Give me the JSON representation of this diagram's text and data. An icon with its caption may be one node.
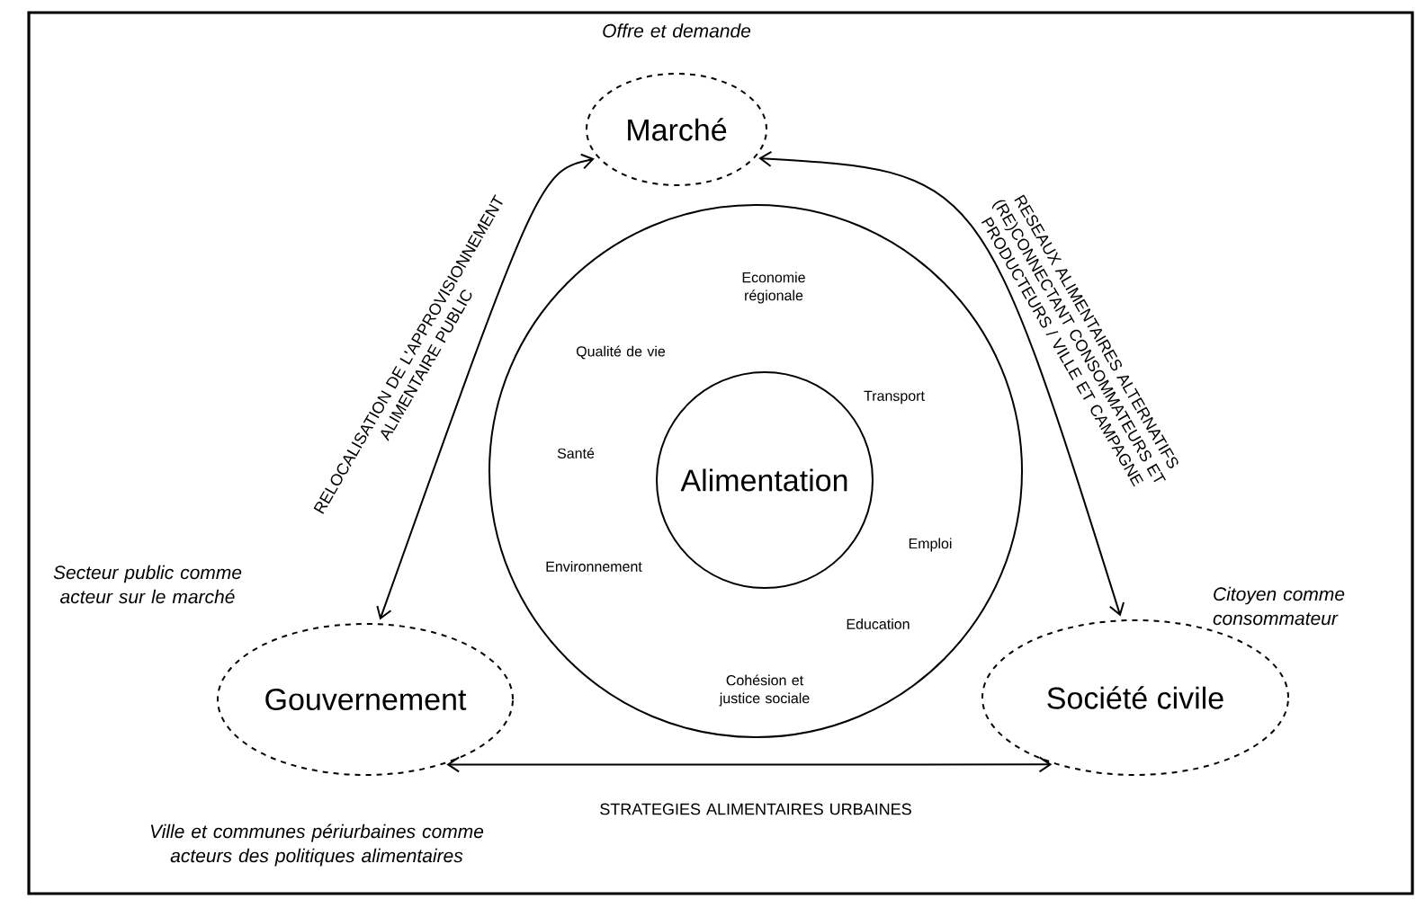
{
  "diagram": {
    "nodes": [
      {
        "text": [
          "Marché"
        ],
        "beside": [
          "Offre et demande"
        ]
      },
      {
        "text": [
          "Gouvernement"
        ],
        "beside": [
          "Secteur public comme acteur sur le marché",
          "Ville et communes périurbaines comme acteurs des politiques alimentaires"
        ]
      },
      {
        "text": [
          "Société civile"
        ],
        "beside": [
          "Citoyen comme consommateur"
        ]
      },
      {
        "text": [
          "Economie régionale",
          "Qualité de vie",
          "Transport",
          "Santé",
          "Emploi",
          "Environnement",
          "Education",
          "Cohésion et justice sociale"
        ]
      },
      {
        "text": [
          "Alimentation"
        ],
        "in": 3
      }
    ],
    "edges": [
      {
        "from": 1,
        "to": 0,
        "arrow": "both",
        "label": "RELOCALISATION DE L'APPROVISIONNEMENT ALIMENTAIRE PUBLIC"
      },
      {
        "from": 0,
        "to": 2,
        "arrow": "both",
        "label": "RESEAUX ALIMENTAIRES ALTERNATIFS (RE)CONNECTANT CONSOMMATEURS ET PRODUCTEURS / VILLE ET CAMPAGNE"
      },
      {
        "from": 1,
        "to": 2,
        "arrow": "both",
        "label": "STRATEGIES ALIMENTAIRES URBAINES"
      }
    ]
  }
}
